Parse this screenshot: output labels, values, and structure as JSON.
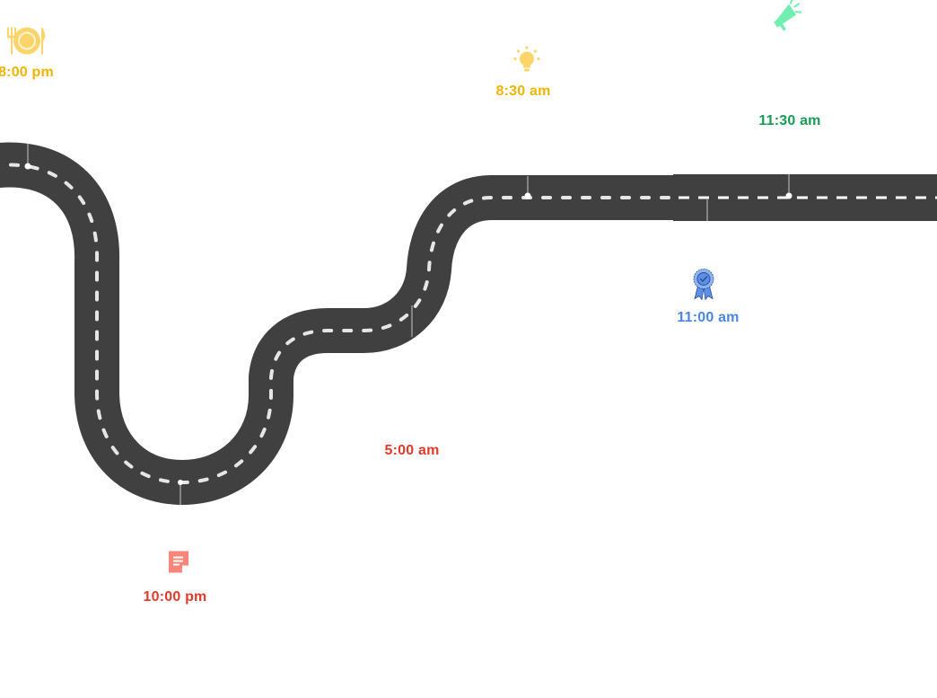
{
  "title": "Roadmap timeline",
  "colors": {
    "road": "#404040",
    "lane_marking": "#e6e6e6",
    "marker_line": "#9a9a9a"
  },
  "milestones": [
    {
      "id": "dinner",
      "time": "8:00 pm",
      "icon": "dinner-plate-icon",
      "color": "#f0b400",
      "icon_color": "#fcd56a"
    },
    {
      "id": "note",
      "time": "10:00 pm",
      "icon": "note-icon",
      "color": "#e23a2a",
      "icon_color": "#f7857a"
    },
    {
      "id": "morning",
      "time": "5:00 am",
      "icon": "none",
      "color": "#e23a2a",
      "icon_color": ""
    },
    {
      "id": "idea",
      "time": "8:30 am",
      "icon": "lightbulb-icon",
      "color": "#f0b400",
      "icon_color": "#fcd56a"
    },
    {
      "id": "award",
      "time": "11:00 am",
      "icon": "award-ribbon-icon",
      "color": "#4a86e0",
      "icon_color": "#5b8fe8"
    },
    {
      "id": "announce",
      "time": "11:30 am",
      "icon": "megaphone-icon",
      "color": "#1a9b55",
      "icon_color": "#6ff0b0"
    }
  ]
}
